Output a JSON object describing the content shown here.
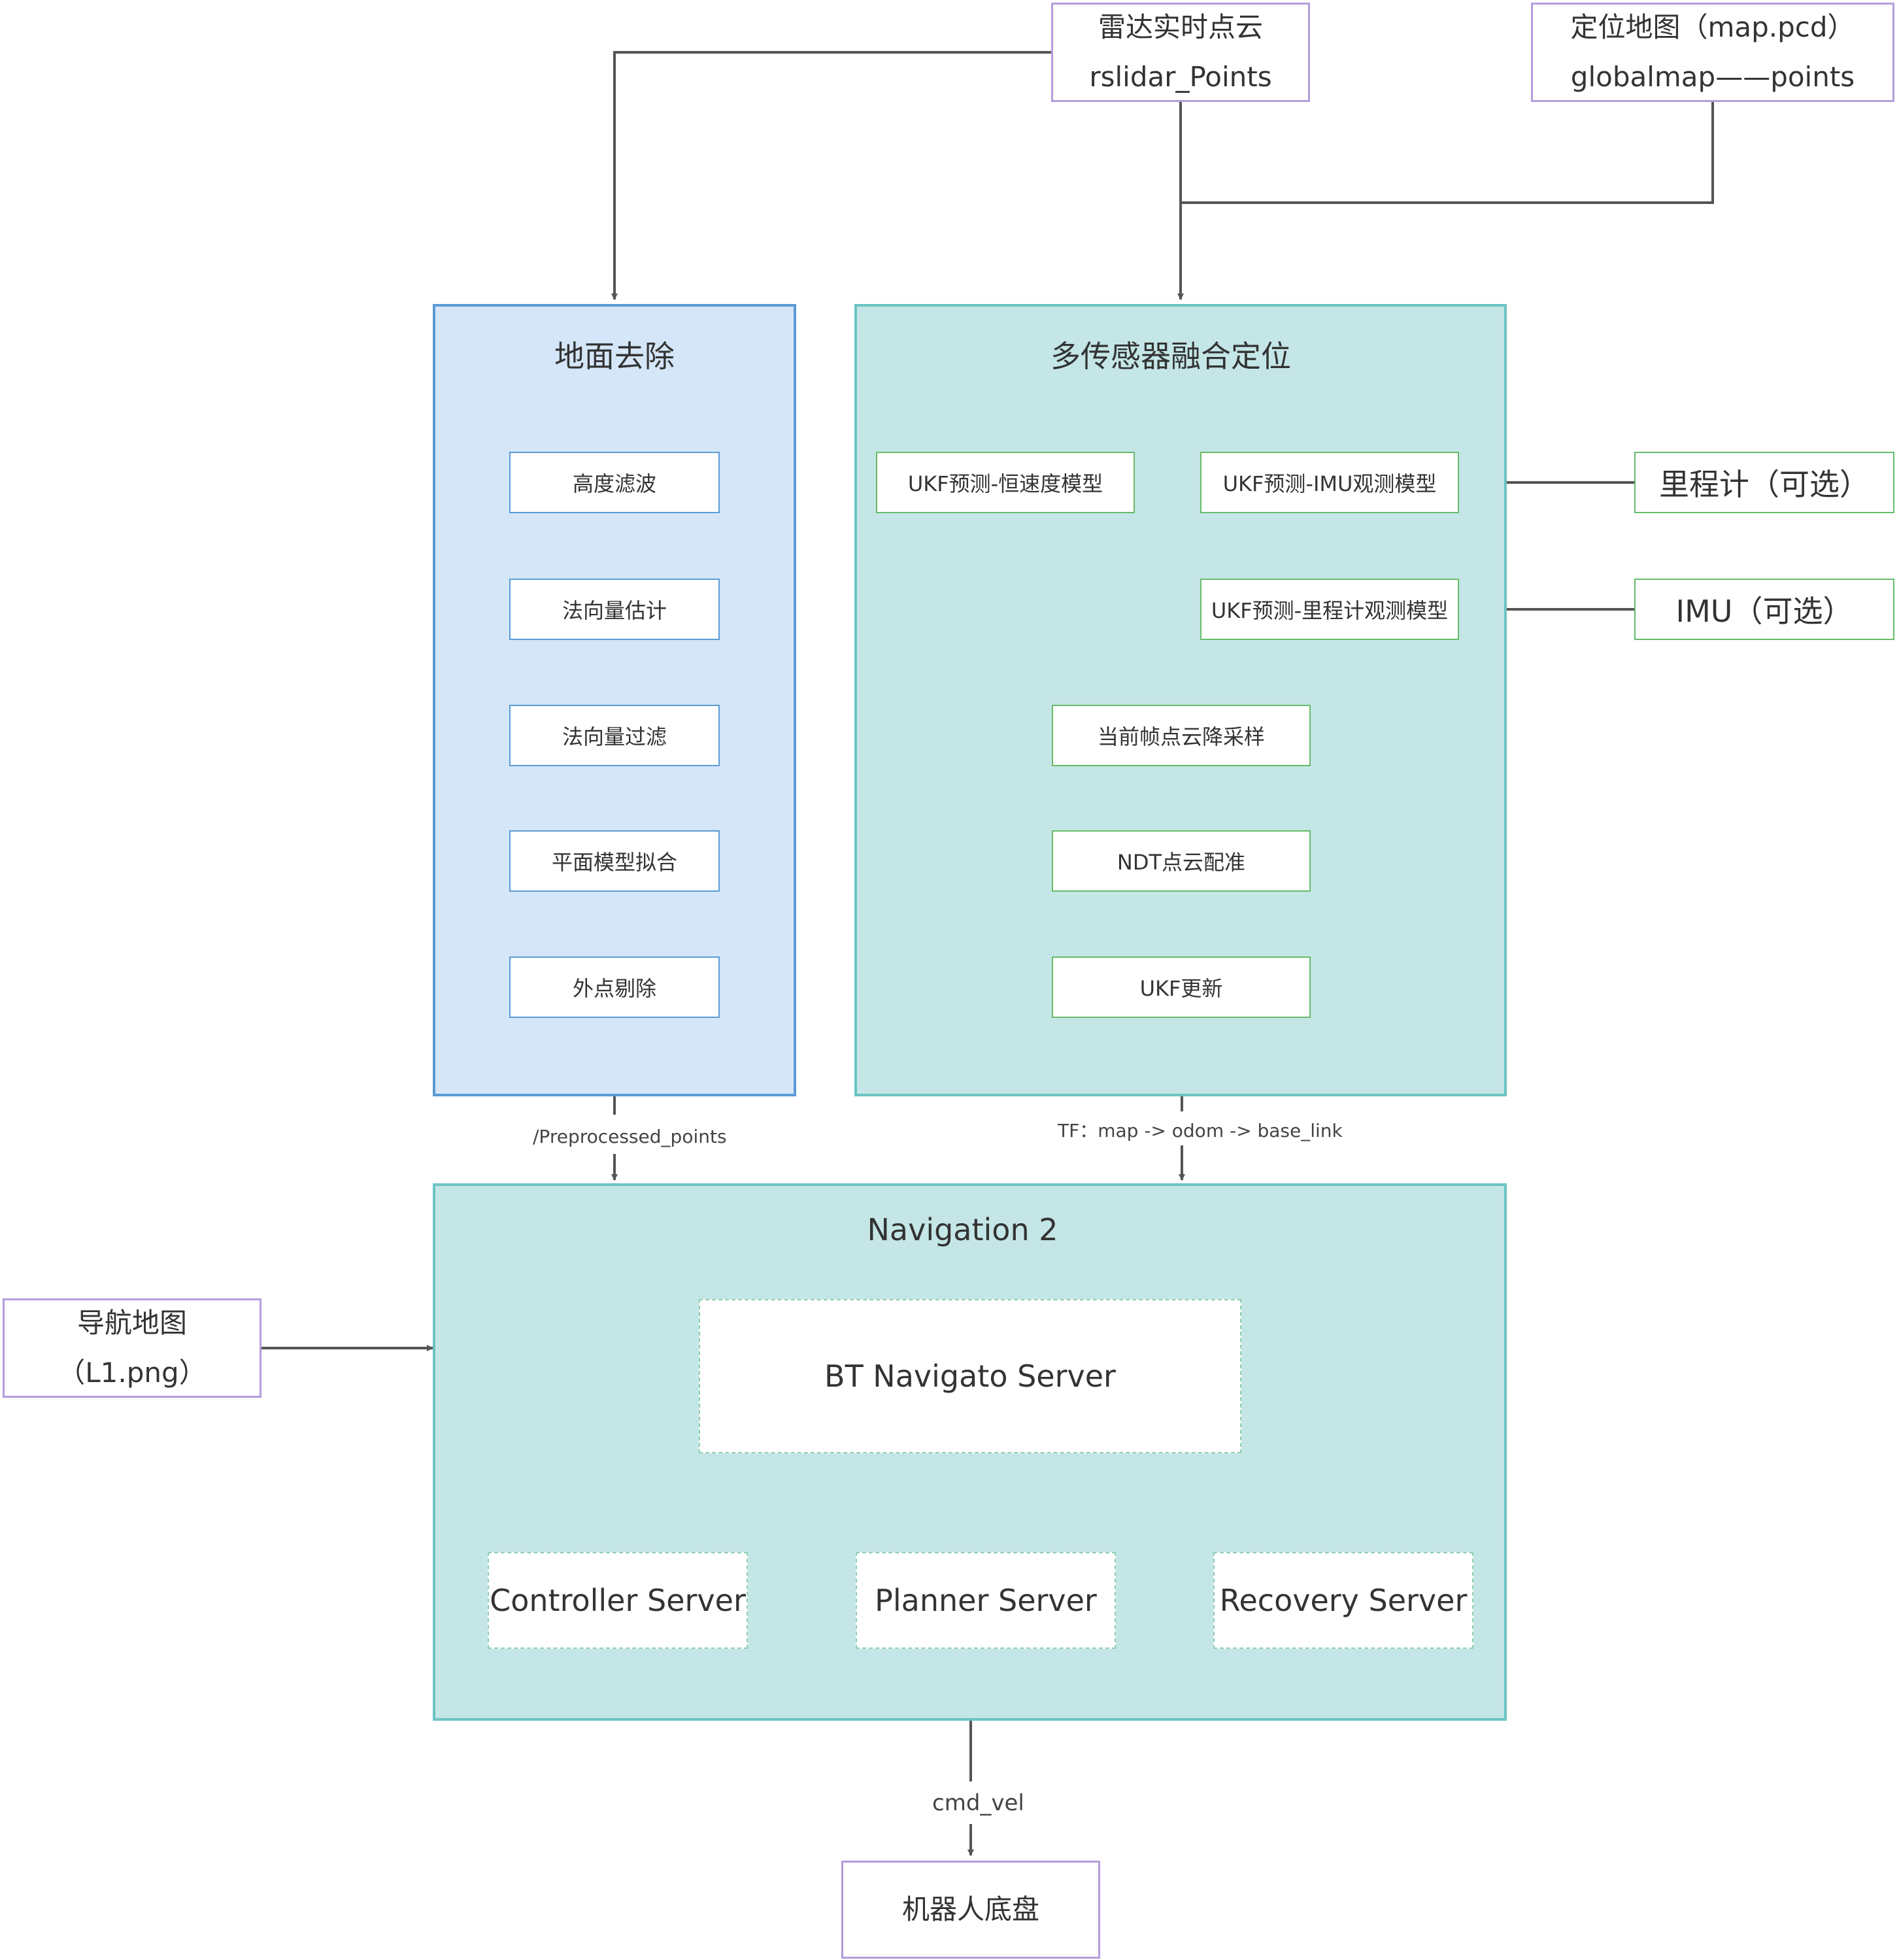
{
  "inputs": {
    "lidar": {
      "line1": "雷达实时点云",
      "line2": "rslidar_Points"
    },
    "pcd_map": {
      "line1": "定位地图（map.pcd）",
      "line2": "globalmap——points"
    },
    "nav_map": {
      "line1": "导航地图",
      "line2": "（L1.png）"
    },
    "odometer": "里程计（可选）",
    "imu": "IMU（可选）"
  },
  "ground_removal": {
    "title": "地面去除",
    "steps": [
      "高度滤波",
      "法向量估计",
      "法向量过滤",
      "平面模型拟合",
      "外点剔除"
    ]
  },
  "fusion": {
    "title": "多传感器融合定位",
    "ukf_const_velocity": "UKF预测-恒速度模型",
    "ukf_imu": "UKF预测-IMU观测模型",
    "ukf_odom": "UKF预测-里程计观测模型",
    "downsample": "当前帧点云降采样",
    "ndt": "NDT点云配准",
    "ukf_update": "UKF更新"
  },
  "edges": {
    "preprocessed": "/Preprocessed_points",
    "tf": "TF：map -> odom -> base_link",
    "cmd_vel": "cmd_vel"
  },
  "navigation": {
    "title": "Navigation 2",
    "bt_server": "BT  Navigato Server",
    "controller": "Controller Server",
    "planner": "Planner Server",
    "recovery": "Recovery Server"
  },
  "output": {
    "chassis": "机器人底盘"
  },
  "colors": {
    "blue_fill": "#d4e6f7",
    "blue_border": "#5b9bd5",
    "teal_fill": "#c5e6e6",
    "teal_border": "#6cc3c3",
    "green_border": "#66bb6a",
    "purple_border": "#b39ddb",
    "wire": "#555555"
  }
}
